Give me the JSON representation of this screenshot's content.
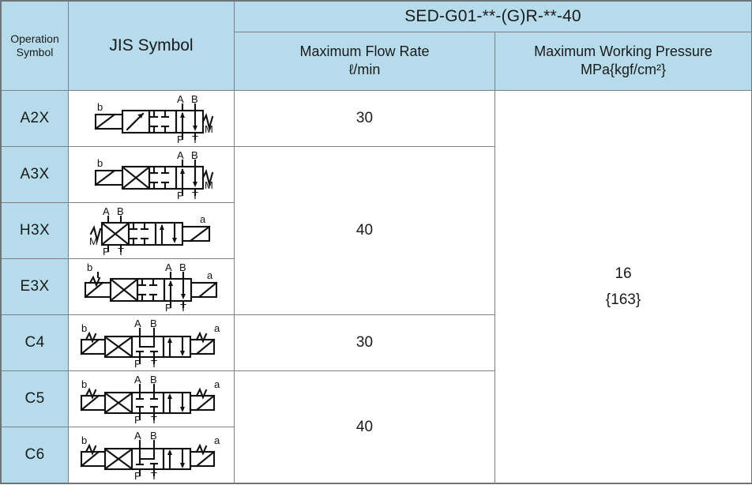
{
  "table": {
    "headers": {
      "operation_symbol": "Operation\nSymbol",
      "operation_symbol_line1": "Operation",
      "operation_symbol_line2": "Symbol",
      "jis_symbol": "JIS Symbol",
      "model": "SED-G01-**-(G)R-**-40",
      "max_flow_rate_line1": "Maximum Flow Rate",
      "max_flow_rate_line2": "ℓ/min",
      "max_working_pressure_line1": "Maximum Working Pressure",
      "max_working_pressure_line2": "MPa{kgf/cm²}"
    },
    "rows": [
      {
        "operation_symbol": "A2X",
        "symbol_type": "single-solenoid-left-spring-right",
        "port_labels": [
          "A",
          "B",
          "P",
          "T"
        ],
        "actuator_left": "b",
        "actuator_right": "M"
      },
      {
        "operation_symbol": "A3X",
        "symbol_type": "single-solenoid-left-spring-right-x",
        "port_labels": [
          "A",
          "B",
          "P",
          "T"
        ],
        "actuator_left": "b",
        "actuator_right": "M"
      },
      {
        "operation_symbol": "H3X",
        "symbol_type": "spring-left-single-solenoid-right",
        "port_labels": [
          "A",
          "B",
          "P",
          "T"
        ],
        "actuator_left": "M",
        "actuator_right": "a"
      },
      {
        "operation_symbol": "E3X",
        "symbol_type": "double-solenoid",
        "port_labels": [
          "A",
          "B",
          "P",
          "T"
        ],
        "actuator_left": "b",
        "actuator_right": "a"
      },
      {
        "operation_symbol": "C4",
        "symbol_type": "double-solenoid-spring-centered-c4",
        "port_labels": [
          "A",
          "B",
          "P",
          "T"
        ],
        "actuator_left": "b",
        "actuator_right": "a"
      },
      {
        "operation_symbol": "C5",
        "symbol_type": "double-solenoid-spring-centered-c5",
        "port_labels": [
          "A",
          "B",
          "P",
          "T"
        ],
        "actuator_left": "b",
        "actuator_right": "a"
      },
      {
        "operation_symbol": "C6",
        "symbol_type": "double-solenoid-spring-centered-c6",
        "port_labels": [
          "A",
          "B",
          "P",
          "T"
        ],
        "actuator_left": "b",
        "actuator_right": "a"
      }
    ],
    "flow_rate_groups": [
      {
        "value": "30",
        "rowspan": 1,
        "applies_to": [
          "A2X"
        ]
      },
      {
        "value": "40",
        "rowspan": 3,
        "applies_to": [
          "A3X",
          "H3X",
          "E3X"
        ]
      },
      {
        "value": "30",
        "rowspan": 1,
        "applies_to": [
          "C4"
        ]
      },
      {
        "value": "40",
        "rowspan": 2,
        "applies_to": [
          "C5",
          "C6"
        ]
      }
    ],
    "working_pressure": {
      "value": "16",
      "value_kgf": "{163}",
      "rowspan": 7
    }
  },
  "colors": {
    "header_blue": "#b6dcec",
    "border_gray": "#7a8085",
    "text": "#1a1a1a",
    "cell_white": "#ffffff"
  },
  "chart_data": {
    "type": "table",
    "title": "SED-G01-**-(G)R-**-40",
    "columns": [
      "Operation Symbol",
      "JIS Symbol",
      "Maximum Flow Rate ℓ/min",
      "Maximum Working Pressure MPa{kgf/cm²}"
    ],
    "rows": [
      [
        "A2X",
        "single solenoid b, spring M",
        "30",
        "16 {163}"
      ],
      [
        "A3X",
        "single solenoid b, spring M",
        "40",
        "16 {163}"
      ],
      [
        "H3X",
        "spring M, single solenoid a",
        "40",
        "16 {163}"
      ],
      [
        "E3X",
        "double solenoid b / a",
        "40",
        "16 {163}"
      ],
      [
        "C4",
        "double solenoid b / a, spring centered",
        "30",
        "16 {163}"
      ],
      [
        "C5",
        "double solenoid b / a, spring centered",
        "40",
        "16 {163}"
      ],
      [
        "C6",
        "double solenoid b / a, spring centered",
        "40",
        "16 {163}"
      ]
    ]
  }
}
